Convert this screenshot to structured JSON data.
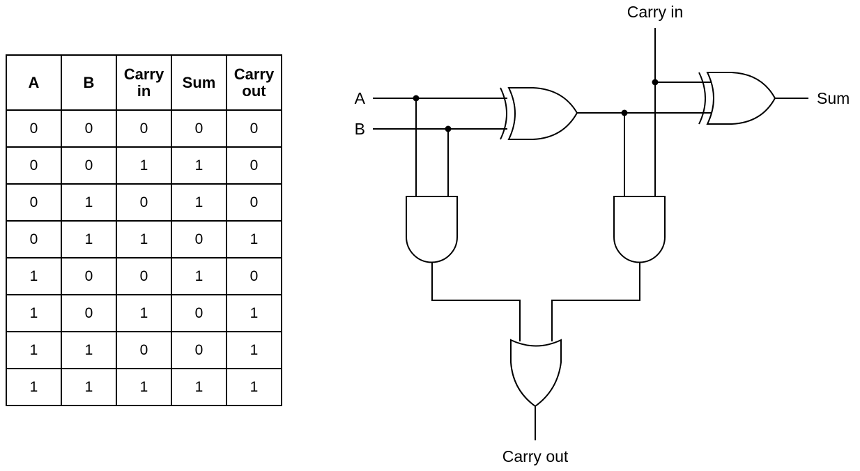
{
  "truth_table": {
    "headers": [
      [
        "A"
      ],
      [
        "B"
      ],
      [
        "Carry",
        "in"
      ],
      [
        "Sum"
      ],
      [
        "Carry",
        "out"
      ]
    ],
    "rows": [
      [
        "0",
        "0",
        "0",
        "0",
        "0"
      ],
      [
        "0",
        "0",
        "1",
        "1",
        "0"
      ],
      [
        "0",
        "1",
        "0",
        "1",
        "0"
      ],
      [
        "0",
        "1",
        "1",
        "0",
        "1"
      ],
      [
        "1",
        "0",
        "0",
        "1",
        "0"
      ],
      [
        "1",
        "0",
        "1",
        "0",
        "1"
      ],
      [
        "1",
        "1",
        "0",
        "0",
        "1"
      ],
      [
        "1",
        "1",
        "1",
        "1",
        "1"
      ]
    ]
  },
  "circuit": {
    "labels": {
      "a": "A",
      "b": "B",
      "carry_in": "Carry in",
      "sum": "Sum",
      "carry_out": "Carry out"
    },
    "gates": [
      "xor",
      "xor",
      "and",
      "and",
      "or"
    ]
  }
}
